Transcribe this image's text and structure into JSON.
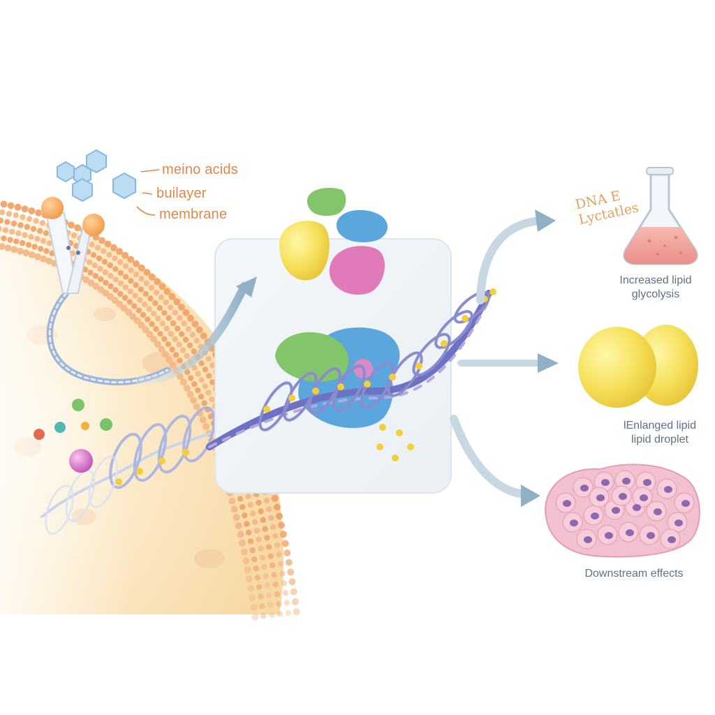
{
  "legend": {
    "items": [
      "meino acids",
      "builayer",
      "membrane"
    ]
  },
  "outputs": {
    "flask_annotation": [
      "DNA E",
      "Lyctatles"
    ],
    "top": [
      "Increased lipid",
      "glycolysis"
    ],
    "middle": [
      "lEnlanged lipid",
      "lipid droplet"
    ],
    "bottom": [
      "Downstream effects"
    ]
  },
  "colors": {
    "membrane_orange": "#f0a468",
    "cell_cream": "#fbe6c0",
    "dna_purple": "#8a8ccf",
    "arrow_blue": "#9bb6c8",
    "label_orange": "#e0874c",
    "label_slate": "#5b7384",
    "protein_green": "#82c56a",
    "protein_blue": "#5ba6dc",
    "protein_yellow": "#f5e04a",
    "protein_pink": "#e07ab8"
  },
  "icons": [
    "hexagon-molecule-icon",
    "receptor-protein-icon",
    "dna-helix-icon",
    "protein-complex-icon",
    "erlenmeyer-flask-icon",
    "lipid-droplet-icon",
    "cell-cluster-icon"
  ]
}
